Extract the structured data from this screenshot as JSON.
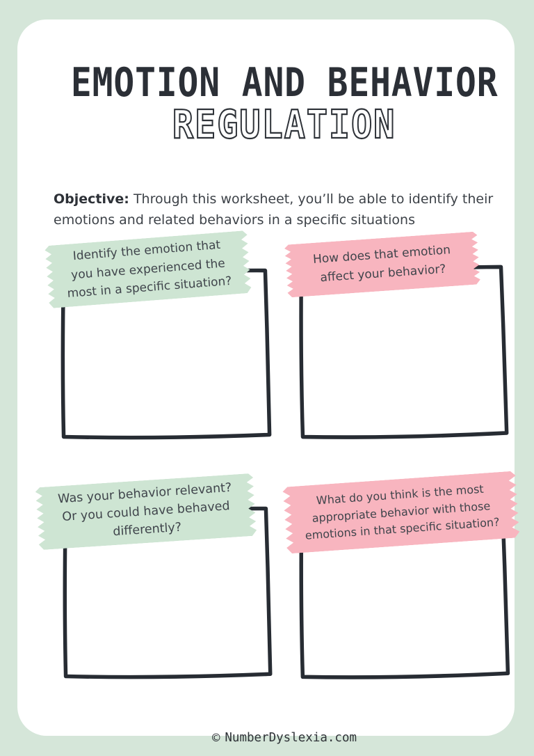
{
  "header": {
    "title_line1": "EMOTION AND BEHAVIOR",
    "title_line2": "REGULATION"
  },
  "objective": {
    "label": "Objective:",
    "text": "Through this worksheet, you’ll be able to identify their emotions and related behaviors in a specific situations"
  },
  "prompts": [
    {
      "color": "green",
      "lines": [
        "Identify the emotion that",
        "you have experienced the",
        "most in a specific situation?"
      ]
    },
    {
      "color": "pink",
      "lines": [
        "How does that emotion",
        "affect your behavior?"
      ]
    },
    {
      "color": "green",
      "lines": [
        "Was your behavior relevant?",
        "Or you could have behaved",
        "differently?"
      ]
    },
    {
      "color": "pink",
      "lines": [
        "What do you think is the most",
        "appropriate behavior with those",
        "emotions in that specific situation?"
      ]
    }
  ],
  "footer": {
    "copyright_symbol": "©",
    "site": "NumberDyslexia.com"
  },
  "colors": {
    "page_border_green": "#d5e6d9",
    "sheet_white": "#ffffff",
    "tape_green": "#cee5d3",
    "tape_pink": "#f8b5bf",
    "ink_dark": "#272c33",
    "text_gray": "#3f444b"
  }
}
